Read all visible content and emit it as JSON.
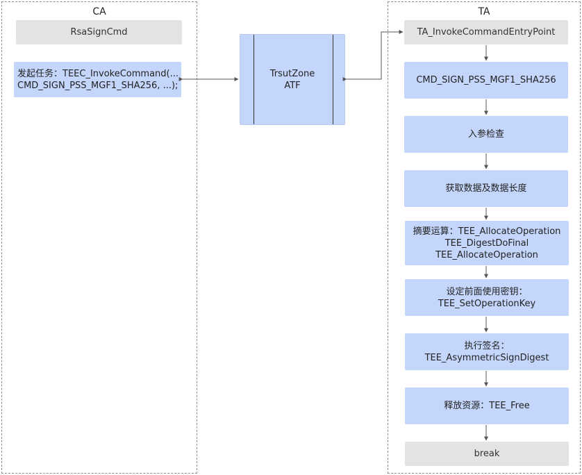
{
  "ca": {
    "title": "CA",
    "header": "RsaSignCmd",
    "task_line1": "发起任务：TEEC_InvokeCommand(...",
    "task_line2": "CMD_SIGN_PSS_MGF1_SHA256, ...);"
  },
  "trustzone": {
    "line1": "TrsutZone",
    "line2": "ATF"
  },
  "ta": {
    "title": "TA",
    "entry": "TA_InvokeCommandEntryPoint",
    "cmd": "CMD_SIGN_PSS_MGF1_SHA256",
    "check_params": "入参检查",
    "get_data": "获取数据及数据长度",
    "digest_line1": "摘要运算：TEE_AllocateOperation",
    "digest_line2": "TEE_DigestDoFinal",
    "digest_line3": "TEE_AllocateOperation",
    "setkey_line1": "设定前面使用密钥：",
    "setkey_line2": "TEE_SetOperationKey",
    "sign_line1": "执行签名：",
    "sign_line2": "TEE_AsymmetricSignDigest",
    "free": "释放资源：TEE_Free",
    "break": "break"
  },
  "colors": {
    "step_fill": "#c4d6fb",
    "header_fill": "#e3e3e3",
    "connector": "#555555"
  }
}
